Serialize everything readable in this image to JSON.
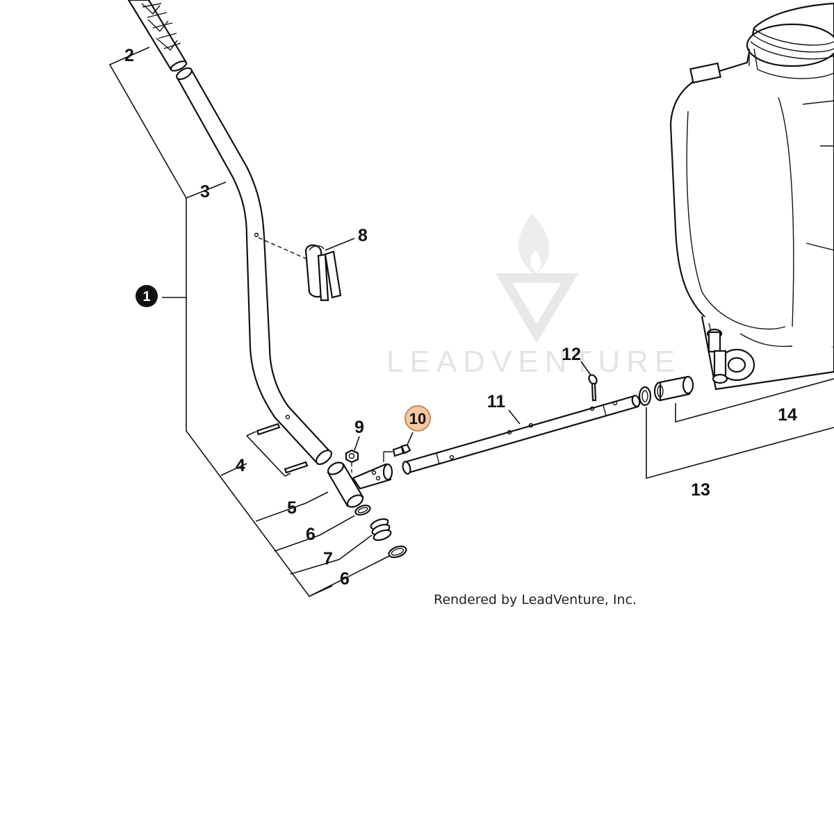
{
  "diagram": {
    "assembly_callout": "1",
    "highlighted_callout": "10",
    "callouts": {
      "c2": "2",
      "c3": "3",
      "c4": "4",
      "c5": "5",
      "c6a": "6",
      "c7": "7",
      "c6b": "6",
      "c8": "8",
      "c9": "9",
      "c11": "11",
      "c12": "12",
      "c13": "13",
      "c14": "14"
    },
    "watermark": "LEADVENTURE",
    "credit": "Rendered by LeadVenture, Inc.",
    "colors": {
      "highlight_fill": "#f2c9a4",
      "highlight_stroke": "#c98a52",
      "watermark": "#e4e4e4"
    }
  }
}
